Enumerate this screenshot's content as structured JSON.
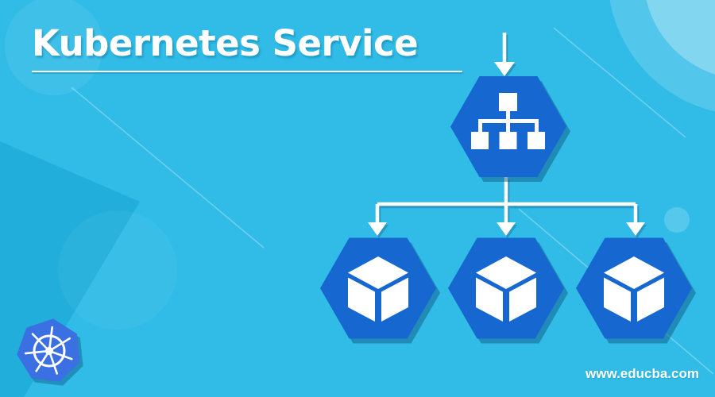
{
  "header": {
    "title": "Kubernetes Service"
  },
  "footer": {
    "watermark": "www.educba.com"
  },
  "diagram": {
    "type": "hierarchy",
    "root_node": {
      "id": "service",
      "icon": "hierarchy-icon",
      "shape": "hexagon"
    },
    "child_nodes": [
      {
        "id": "pod-1",
        "icon": "cube-icon",
        "shape": "hexagon"
      },
      {
        "id": "pod-2",
        "icon": "cube-icon",
        "shape": "hexagon"
      },
      {
        "id": "pod-3",
        "icon": "cube-icon",
        "shape": "hexagon"
      }
    ],
    "connections": [
      {
        "from": "incoming-traffic",
        "to": "service",
        "style": "arrow-down"
      },
      {
        "from": "service",
        "to": "pod-1",
        "style": "arrow-down"
      },
      {
        "from": "service",
        "to": "pod-2",
        "style": "arrow-down"
      },
      {
        "from": "service",
        "to": "pod-3",
        "style": "arrow-down"
      }
    ]
  },
  "branding": {
    "logo": "kubernetes-helm-wheel"
  },
  "colors": {
    "background": "#31BCE7",
    "background_dark_shape": "#21AEDB",
    "node_fill": "#1767D1",
    "node_shadow": "#0E5A86",
    "kubernetes_logo_fill": "#3B70E2",
    "text": "#FFFFFF"
  }
}
